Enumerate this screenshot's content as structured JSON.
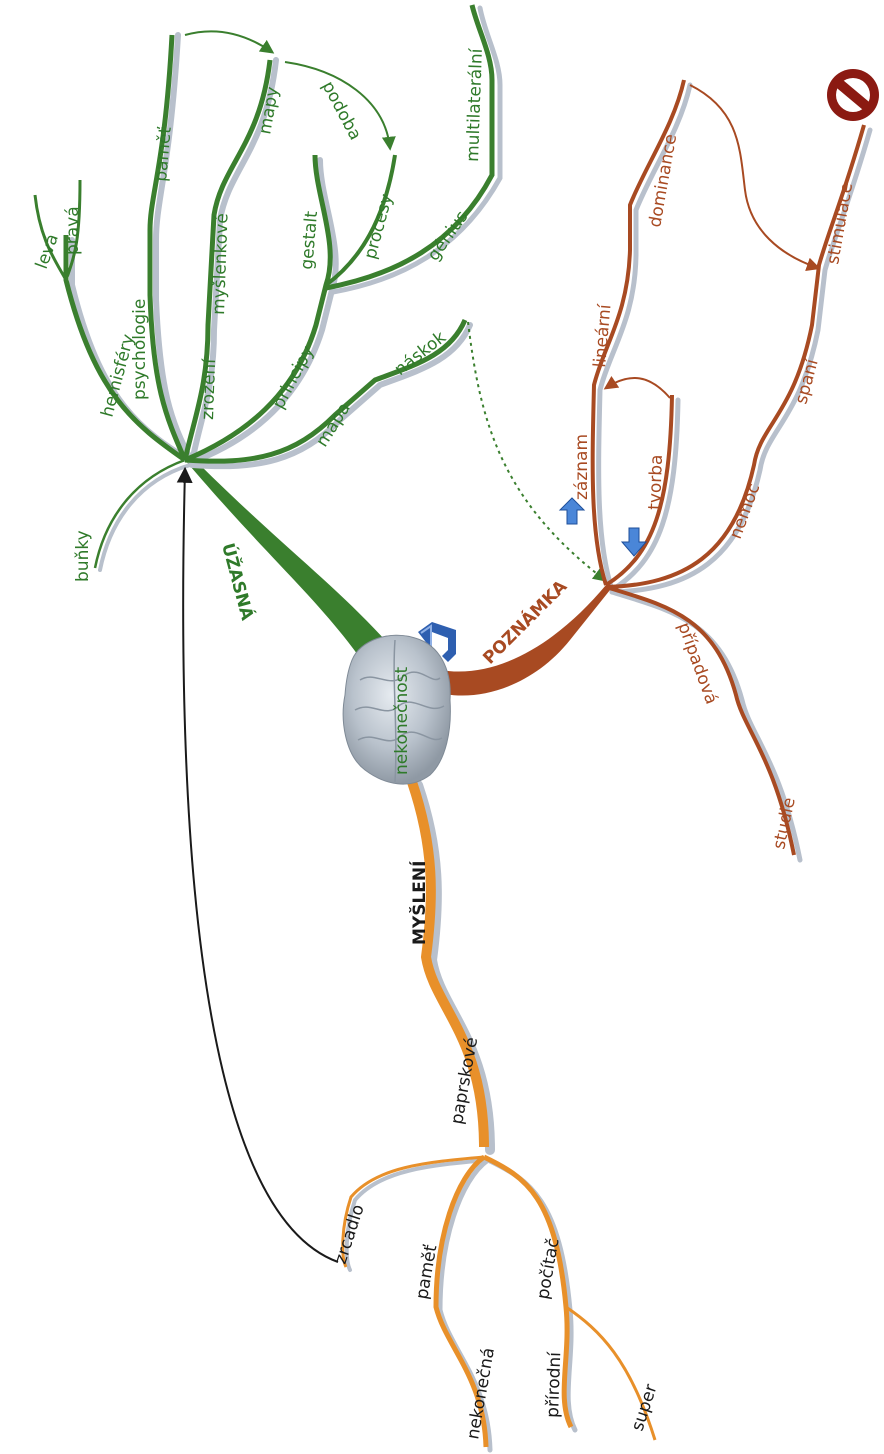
{
  "colors": {
    "green": "#3a7f2e",
    "green_text": "#2f7a2a",
    "rust": "#a84a22",
    "rust_text": "#a84a22",
    "orange": "#e8902a",
    "black": "#1a1a1a",
    "shadow": "#b8c0cc"
  },
  "center": {
    "label": "nekonečnost",
    "icon": "brain-icon"
  },
  "branches": {
    "uzasna": {
      "label": "ÚŽASNÁ",
      "children": {
        "bunky": "buňky",
        "hemisfery": "hemisféry",
        "leva": "levá",
        "prava": "pravá",
        "psychologie": "psychologie",
        "pamet": "paměť",
        "zrozeni": "zrození",
        "myslenkove": "myšlenkové",
        "mapy": "mapy",
        "podoba": "podoba",
        "principy": "principy",
        "gestalt": "gestalt",
        "procesy": "procesy",
        "genius": "génius",
        "multilateralni": "multilaterální",
        "mapa": "mapa",
        "naskok": "náskok"
      }
    },
    "poznamka": {
      "label": "POZNÁMKA",
      "icon": "music-note-icon",
      "children": {
        "zaznam": "záznam",
        "linearni": "lineární",
        "dominance": "dominance",
        "tvorba": "tvorba",
        "nemoc": "nemoc",
        "spani": "spaní",
        "stimulace": "stimulace",
        "pripadova": "případová",
        "studie": "studie"
      },
      "icons": [
        "arrow-up-icon",
        "arrow-down-icon",
        "no-entry-icon"
      ]
    },
    "mysleni": {
      "label": "MYŠLENÍ",
      "children": {
        "paprskove": "paprskové",
        "zrcadlo": "zrcadlo",
        "pamet": "paměť",
        "nekonecna": "nekonečná",
        "pocitac": "počítač",
        "prirodni": "přírodní",
        "super": "super"
      }
    }
  }
}
